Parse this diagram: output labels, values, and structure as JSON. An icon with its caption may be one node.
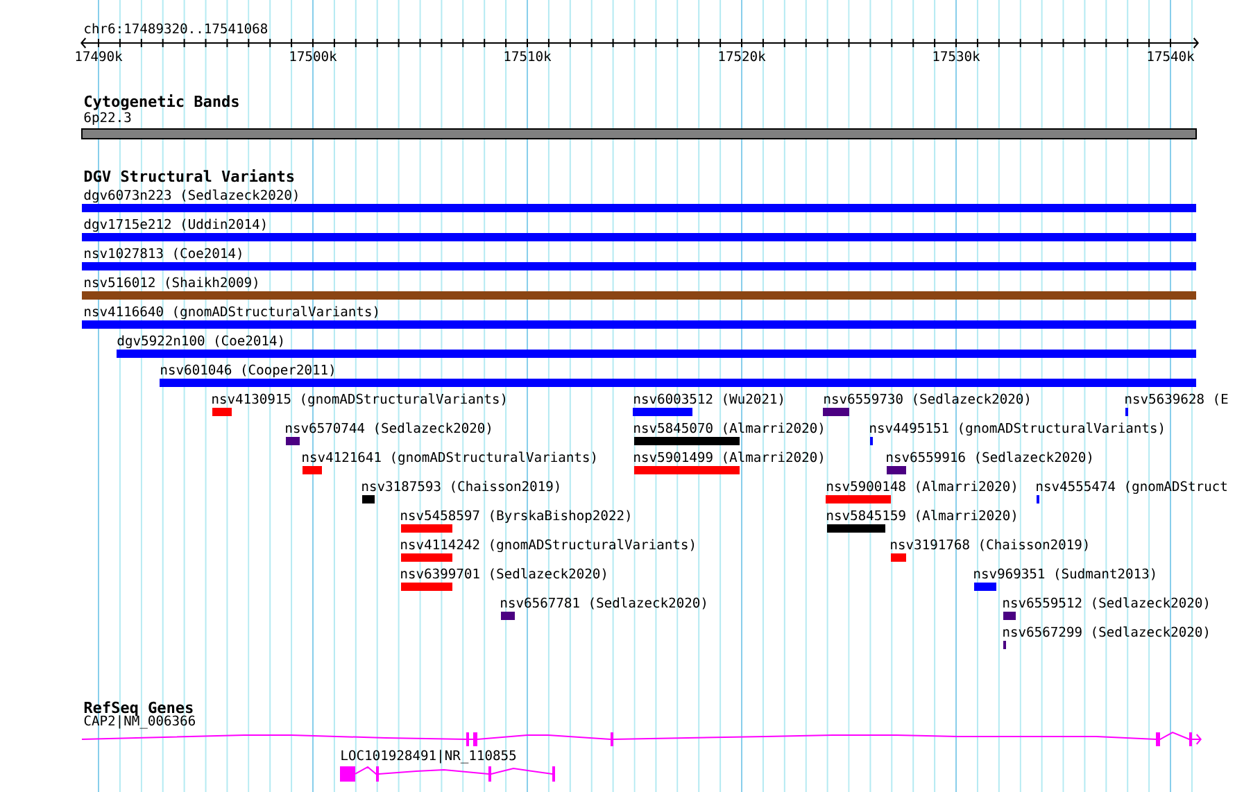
{
  "diagram": {
    "title": "chr6:17489320..17541068",
    "nodes": [
      {
        "text": [
          "6p22.3"
        ]
      },
      {
        "text": [
          "dgv6073n223 (Sedlazeck2020)"
        ]
      },
      {
        "text": [
          "dgv1715e212 (Uddin2014)"
        ]
      },
      {
        "text": [
          "nsv1027813 (Coe2014)"
        ]
      },
      {
        "text": [
          "nsv516012 (Shaikh2009)"
        ]
      },
      {
        "text": [
          "nsv4116640 (gnomADStructuralVariants)"
        ]
      },
      {
        "text": [
          "dgv5922n100 (Coe2014)"
        ]
      },
      {
        "text": [
          "nsv601046 (Cooper2011)"
        ]
      },
      {
        "text": [
          "nsv4130915 (gnomADStructuralVariants)"
        ]
      },
      {
        "text": [
          "nsv6003512 (Wu2021)"
        ]
      },
      {
        "text": [
          "nsv6559730 (Sedlazeck2020)"
        ]
      },
      {
        "text": [
          "nsv5639628 (E"
        ]
      },
      {
        "text": [
          "nsv6570744 (Sedlazeck2020)"
        ]
      },
      {
        "text": [
          "nsv5845070 (Almarri2020)"
        ]
      },
      {
        "text": [
          "nsv4495151 (gnomADStructuralVariants)"
        ]
      },
      {
        "text": [
          "nsv4121641 (gnomADStructuralVariants)"
        ]
      },
      {
        "text": [
          "nsv5901499 (Almarri2020)"
        ]
      },
      {
        "text": [
          "nsv6559916 (Sedlazeck2020)"
        ]
      },
      {
        "text": [
          "nsv3187593 (Chaisson2019)"
        ]
      },
      {
        "text": [
          "nsv5900148 (Almarri2020)"
        ]
      },
      {
        "text": [
          "nsv4555474 (gnomADStruct"
        ]
      },
      {
        "text": [
          "nsv5458597 (ByrskaBishop2022)"
        ]
      },
      {
        "text": [
          "nsv5845159 (Almarri2020)"
        ]
      },
      {
        "text": [
          "nsv4114242 (gnomADStructuralVariants)"
        ]
      },
      {
        "text": [
          "nsv3191768 (Chaisson2019)"
        ]
      },
      {
        "text": [
          "nsv6399701 (Sedlazeck2020)"
        ]
      },
      {
        "text": [
          "nsv969351 (Sudmant2013)"
        ]
      },
      {
        "text": [
          "nsv6567781 (Sedlazeck2020)"
        ]
      },
      {
        "text": [
          "nsv6559512 (Sedlazeck2020)"
        ]
      },
      {
        "text": [
          "nsv6567299 (Sedlazeck2020)"
        ]
      },
      {
        "text": [
          "CAP2|NM_006366"
        ]
      },
      {
        "text": [
          "LOC101928491|NR_110855"
        ]
      }
    ],
    "labels": [
      "17490k",
      "17500k",
      "17510k",
      "17520k",
      "17530k",
      "17540k",
      "Cytogenetic Bands",
      "DGV Structural Variants",
      "RefSeq Genes"
    ]
  }
}
